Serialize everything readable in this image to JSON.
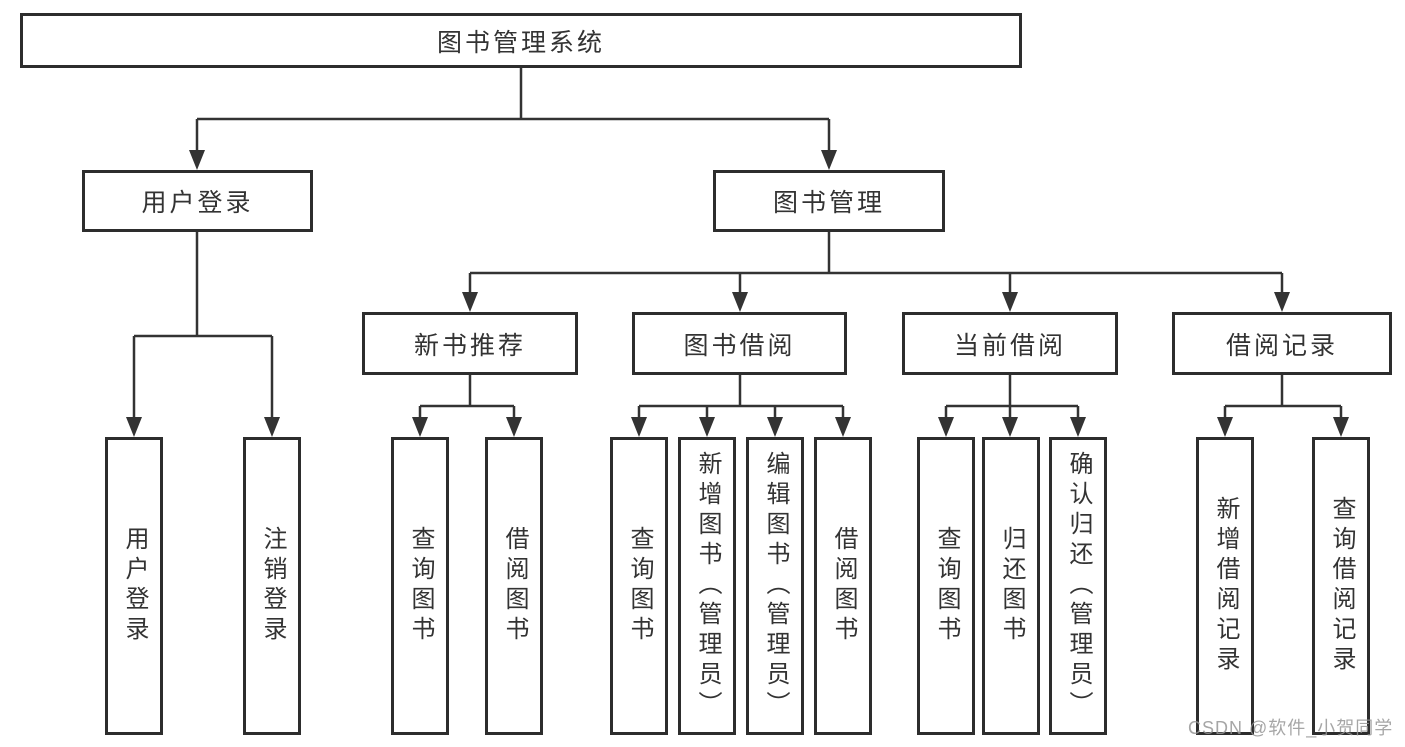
{
  "tree": {
    "root": {
      "label": "图书管理系统"
    },
    "branches": [
      {
        "label": "用户登录",
        "children": [
          {
            "label": "用户登录"
          },
          {
            "label": "注销登录"
          }
        ]
      },
      {
        "label": "图书管理",
        "children": [
          {
            "label": "新书推荐",
            "children": [
              {
                "label": "查询图书"
              },
              {
                "label": "借阅图书"
              }
            ]
          },
          {
            "label": "图书借阅",
            "children": [
              {
                "label": "查询图书"
              },
              {
                "label": "新增图书（管理员）"
              },
              {
                "label": "编辑图书（管理员）"
              },
              {
                "label": "借阅图书"
              }
            ]
          },
          {
            "label": "当前借阅",
            "children": [
              {
                "label": "查询图书"
              },
              {
                "label": "归还图书"
              },
              {
                "label": "确认归还（管理员）"
              }
            ]
          },
          {
            "label": "借阅记录",
            "children": [
              {
                "label": "新增借阅记录"
              },
              {
                "label": "查询借阅记录"
              }
            ]
          }
        ]
      }
    ]
  },
  "watermark": {
    "text": "CSDN @软件_小贺同学"
  },
  "colors": {
    "box_border": "#2d2d2d",
    "connector_line": "#333333",
    "text": "#333333",
    "watermark_text": "#969696",
    "background": "#ffffff"
  }
}
